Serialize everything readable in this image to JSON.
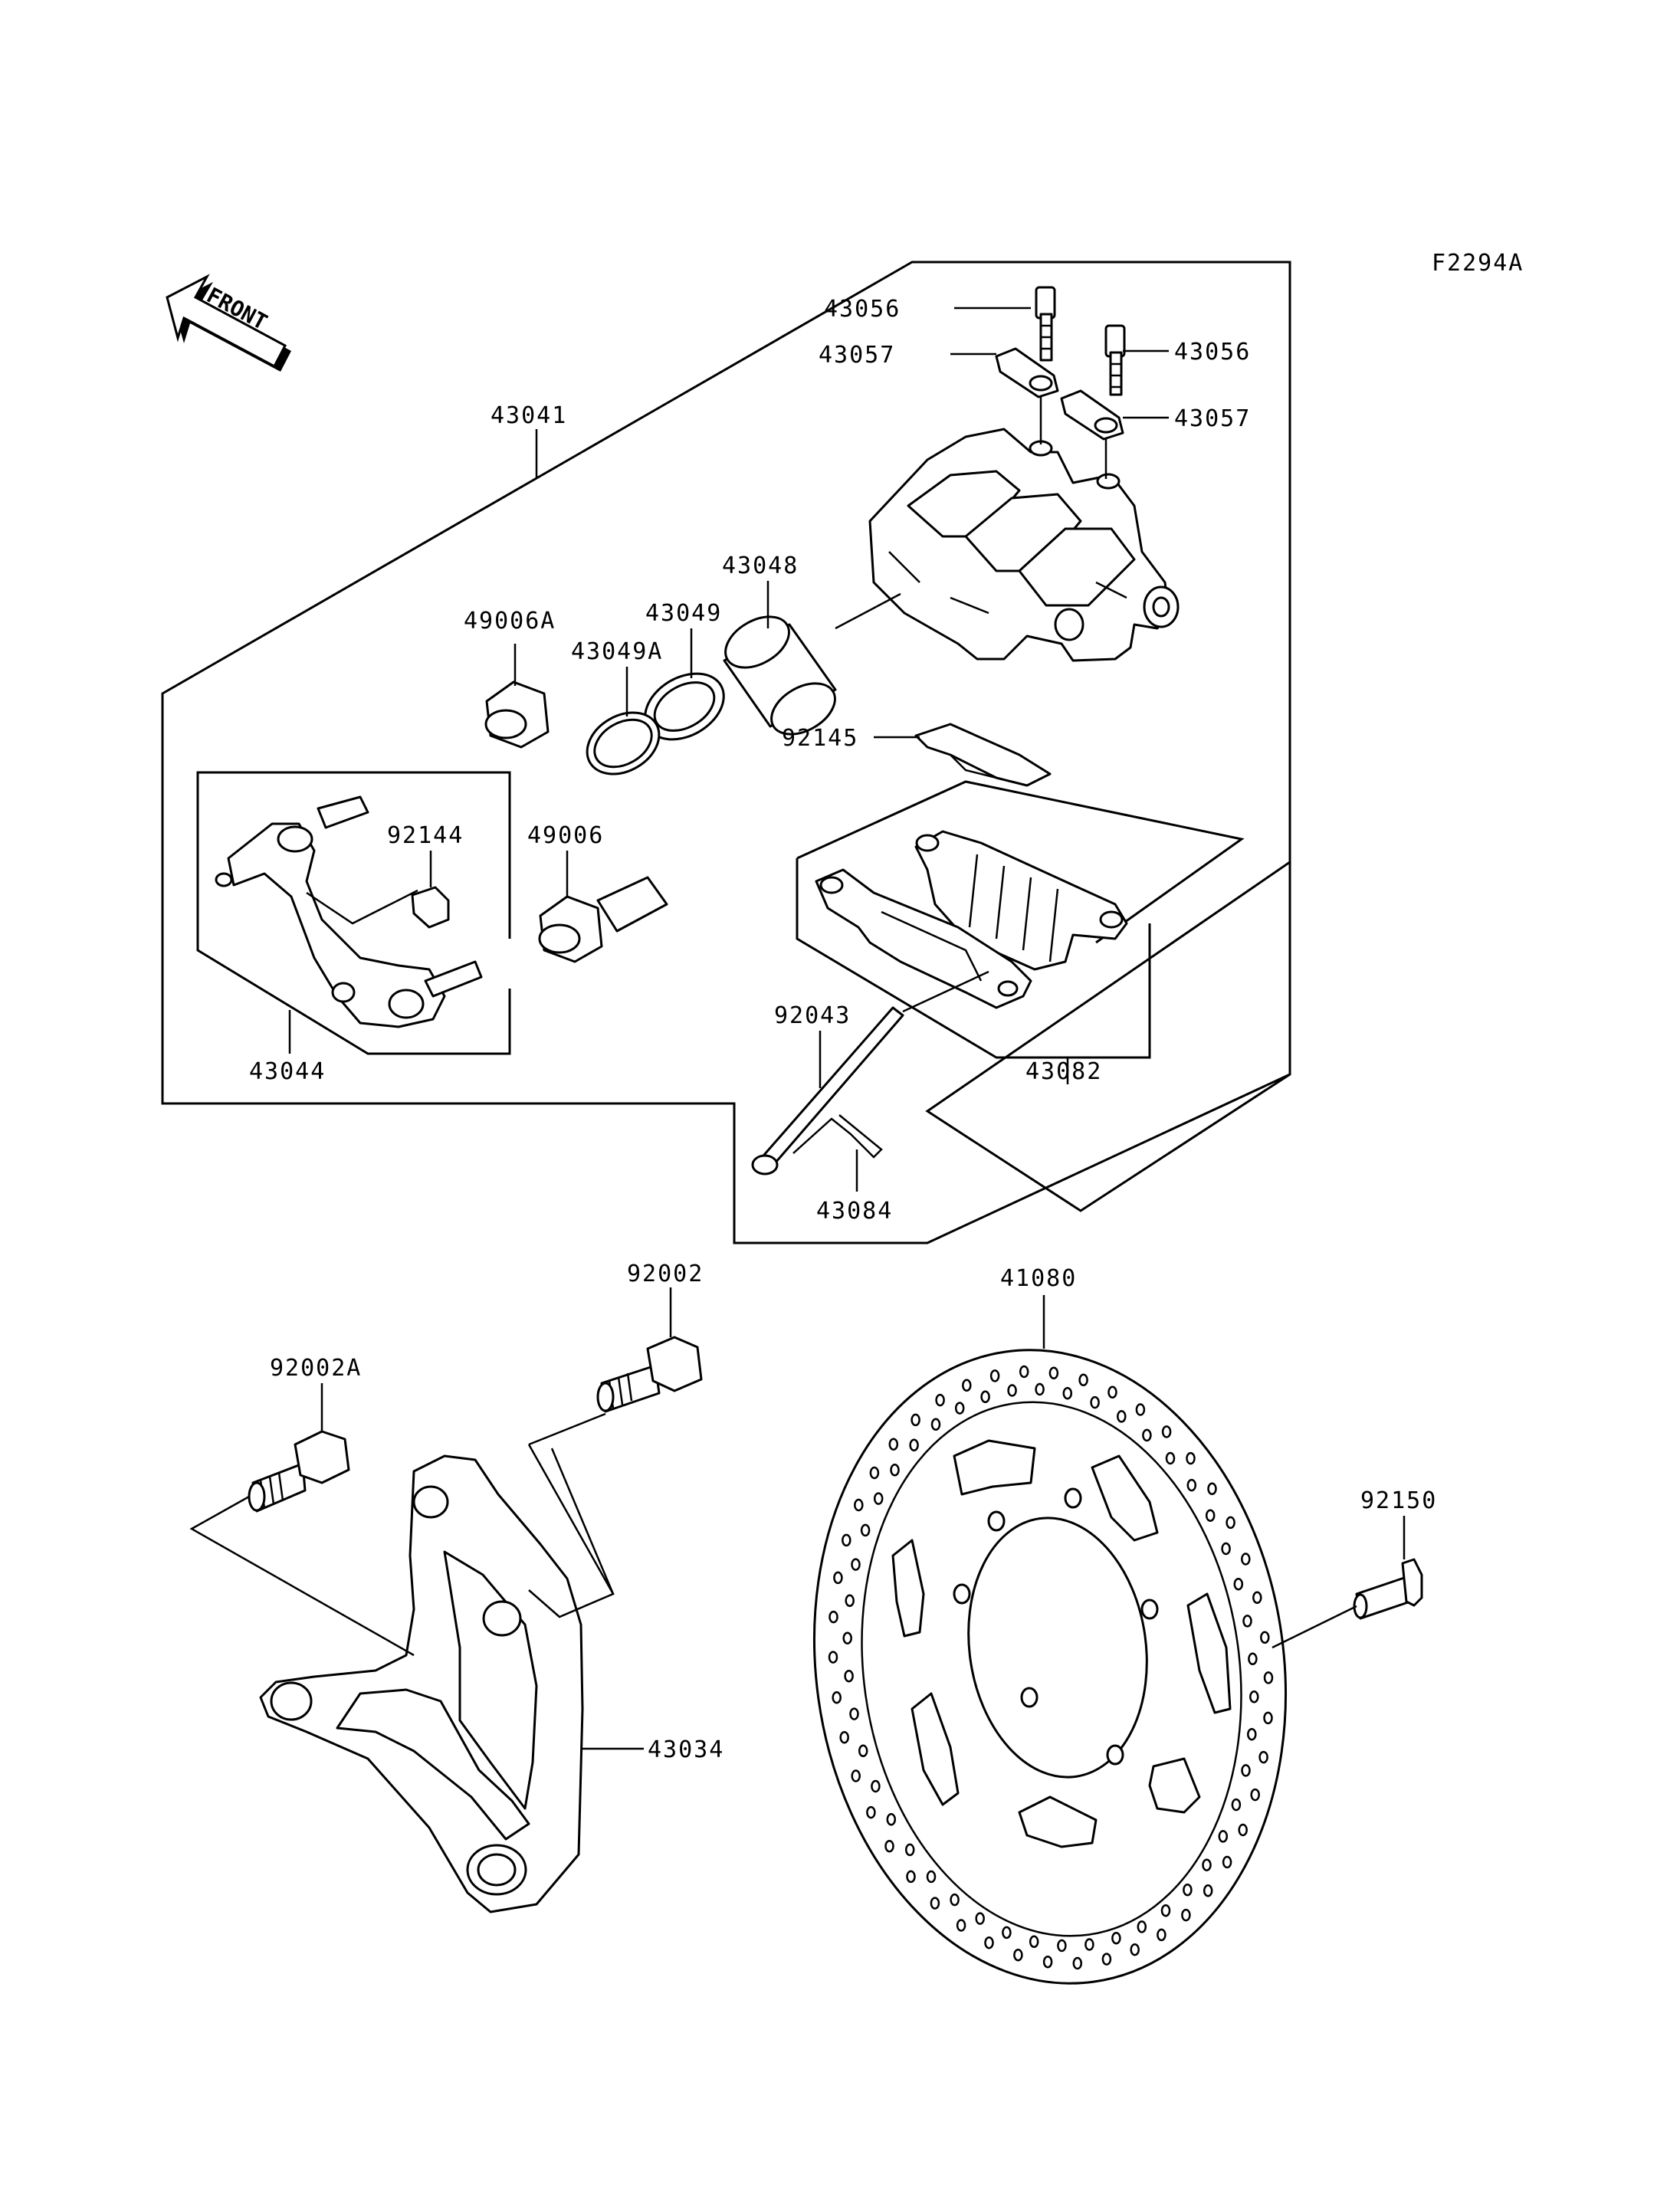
{
  "diagram_code": "F2294A",
  "direction_label": "FRONT",
  "parts": {
    "caliper_assy": "43041",
    "bleed_valve_1": "43056",
    "bleed_valve_2": "43056",
    "bleed_cap_1": "43057",
    "bleed_cap_2": "43057",
    "piston": "43048",
    "piston_seal": "43049",
    "dust_seal": "43049A",
    "boot_a": "49006A",
    "boot": "49006",
    "anti_rattle_spring": "92145",
    "pad_clip": "92144",
    "holder_assy": "43044",
    "pad_assy": "43082",
    "pad_pin": "92043",
    "pin_clip": "43084",
    "bolt": "92002",
    "bolt_a": "92002A",
    "disc": "41080",
    "disc_bolt": "92150",
    "caliper_bracket": "43034"
  }
}
